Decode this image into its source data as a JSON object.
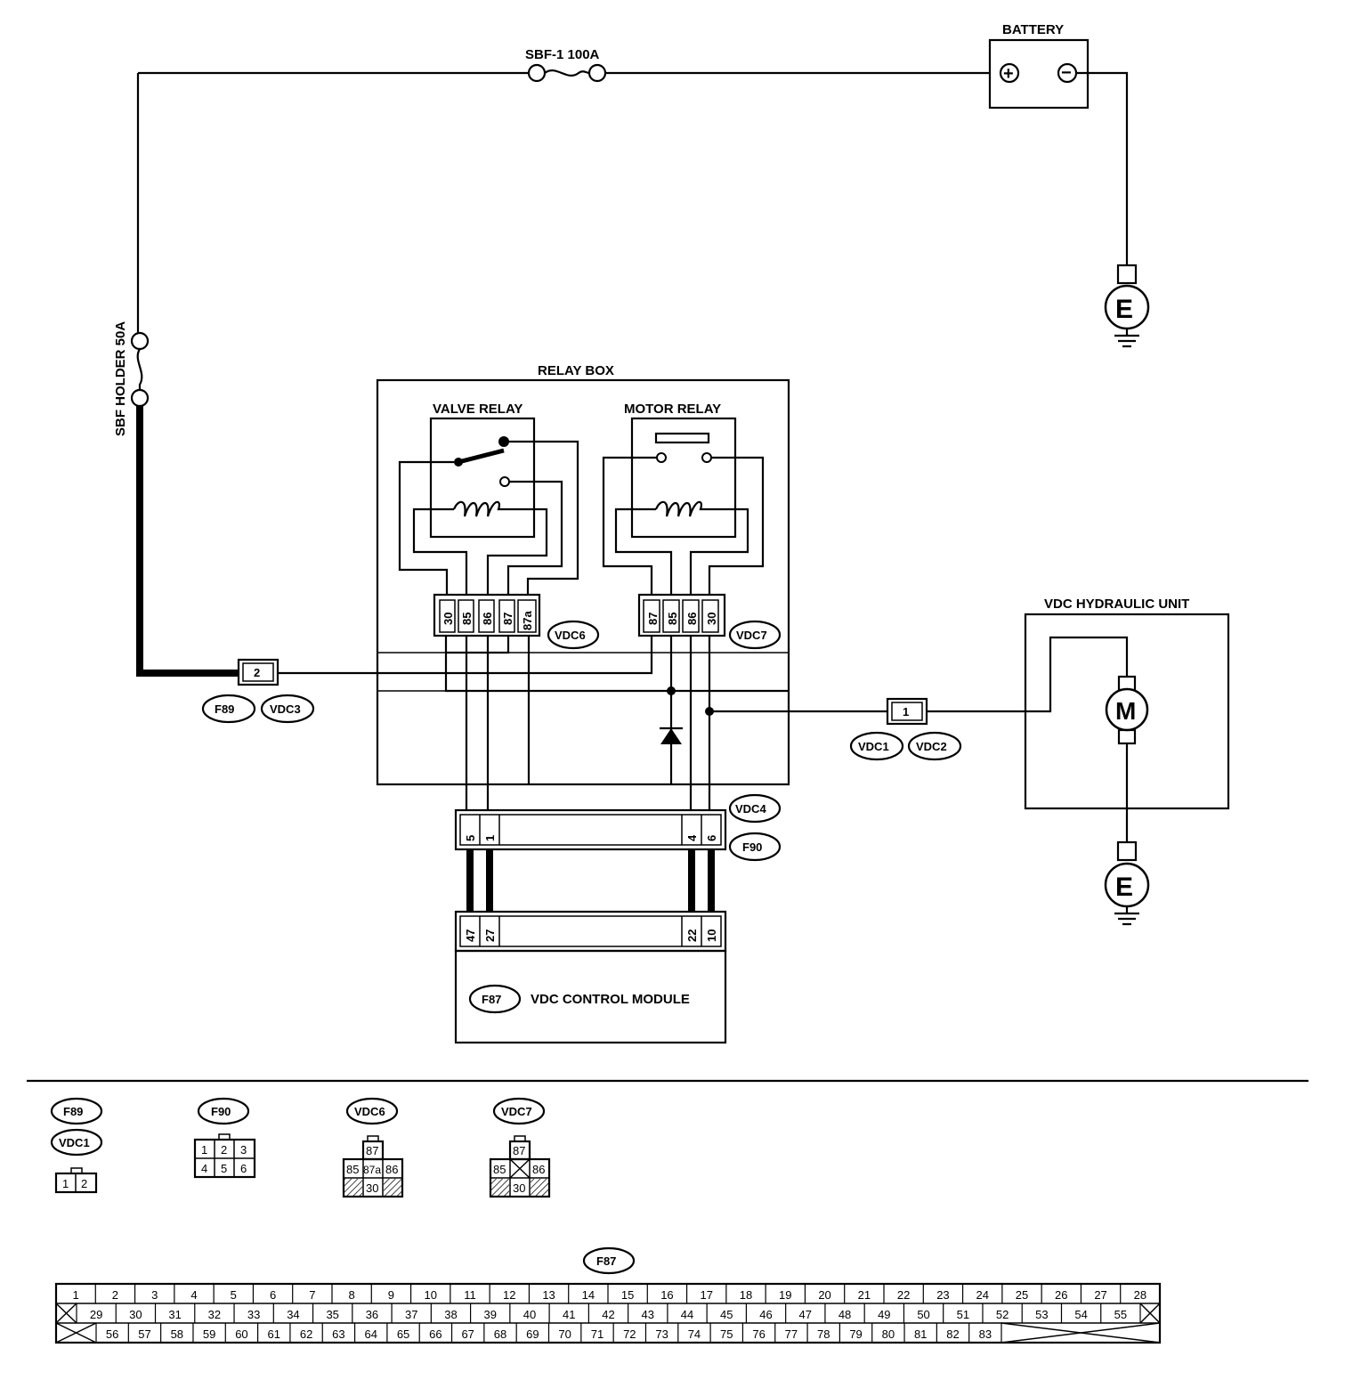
{
  "labels": {
    "fuse_main": "SBF-1 100A",
    "battery": "BATTERY",
    "fuse_holder": "SBF HOLDER 50A",
    "relay_box": "RELAY BOX",
    "valve_relay": "VALVE RELAY",
    "motor_relay": "MOTOR RELAY",
    "hydraulic_unit": "VDC HYDRAULIC UNIT",
    "control_module": "VDC CONTROL MODULE",
    "ground": "E",
    "motor": "M",
    "plus": "+",
    "minus": "−"
  },
  "connectors": {
    "f89": "F89",
    "vdc3": "VDC3",
    "vdc1": "VDC1",
    "vdc2": "VDC2",
    "vdc4": "VDC4",
    "f90": "F90",
    "vdc6": "VDC6",
    "vdc7": "VDC7",
    "f87": "F87"
  },
  "pins": {
    "c2": "2",
    "c1": "1",
    "vdc6": [
      "30",
      "85",
      "86",
      "87",
      "87a"
    ],
    "vdc7": [
      "87",
      "85",
      "86",
      "30"
    ],
    "vdc4_left": [
      "5",
      "1"
    ],
    "vdc4_right": [
      "4",
      "6"
    ],
    "f87_left": [
      "47",
      "27"
    ],
    "f87_right": [
      "22",
      "10"
    ]
  },
  "legend": {
    "f89_vdc1_pins": [
      "1",
      "2"
    ],
    "f90_pins": [
      "1",
      "2",
      "3",
      "4",
      "5",
      "6"
    ],
    "vdc6_pins": [
      "87",
      "85",
      "87a",
      "86",
      "30"
    ],
    "vdc7_pins": [
      "87",
      "85",
      "86",
      "30"
    ]
  },
  "f87_table": {
    "row1": [
      "1",
      "2",
      "3",
      "4",
      "5",
      "6",
      "7",
      "8",
      "9",
      "10",
      "11",
      "12",
      "13",
      "14",
      "15",
      "16",
      "17",
      "18",
      "19",
      "20",
      "21",
      "22",
      "23",
      "24",
      "25",
      "26",
      "27",
      "28"
    ],
    "row2": [
      "29",
      "30",
      "31",
      "32",
      "33",
      "34",
      "35",
      "36",
      "37",
      "38",
      "39",
      "40",
      "41",
      "42",
      "43",
      "44",
      "45",
      "46",
      "47",
      "48",
      "49",
      "50",
      "51",
      "52",
      "53",
      "54",
      "55"
    ],
    "row3": [
      "56",
      "57",
      "58",
      "59",
      "60",
      "61",
      "62",
      "63",
      "64",
      "65",
      "66",
      "67",
      "68",
      "69",
      "70",
      "71",
      "72",
      "73",
      "74",
      "75",
      "76",
      "77",
      "78",
      "79",
      "80",
      "81",
      "82",
      "83"
    ]
  }
}
